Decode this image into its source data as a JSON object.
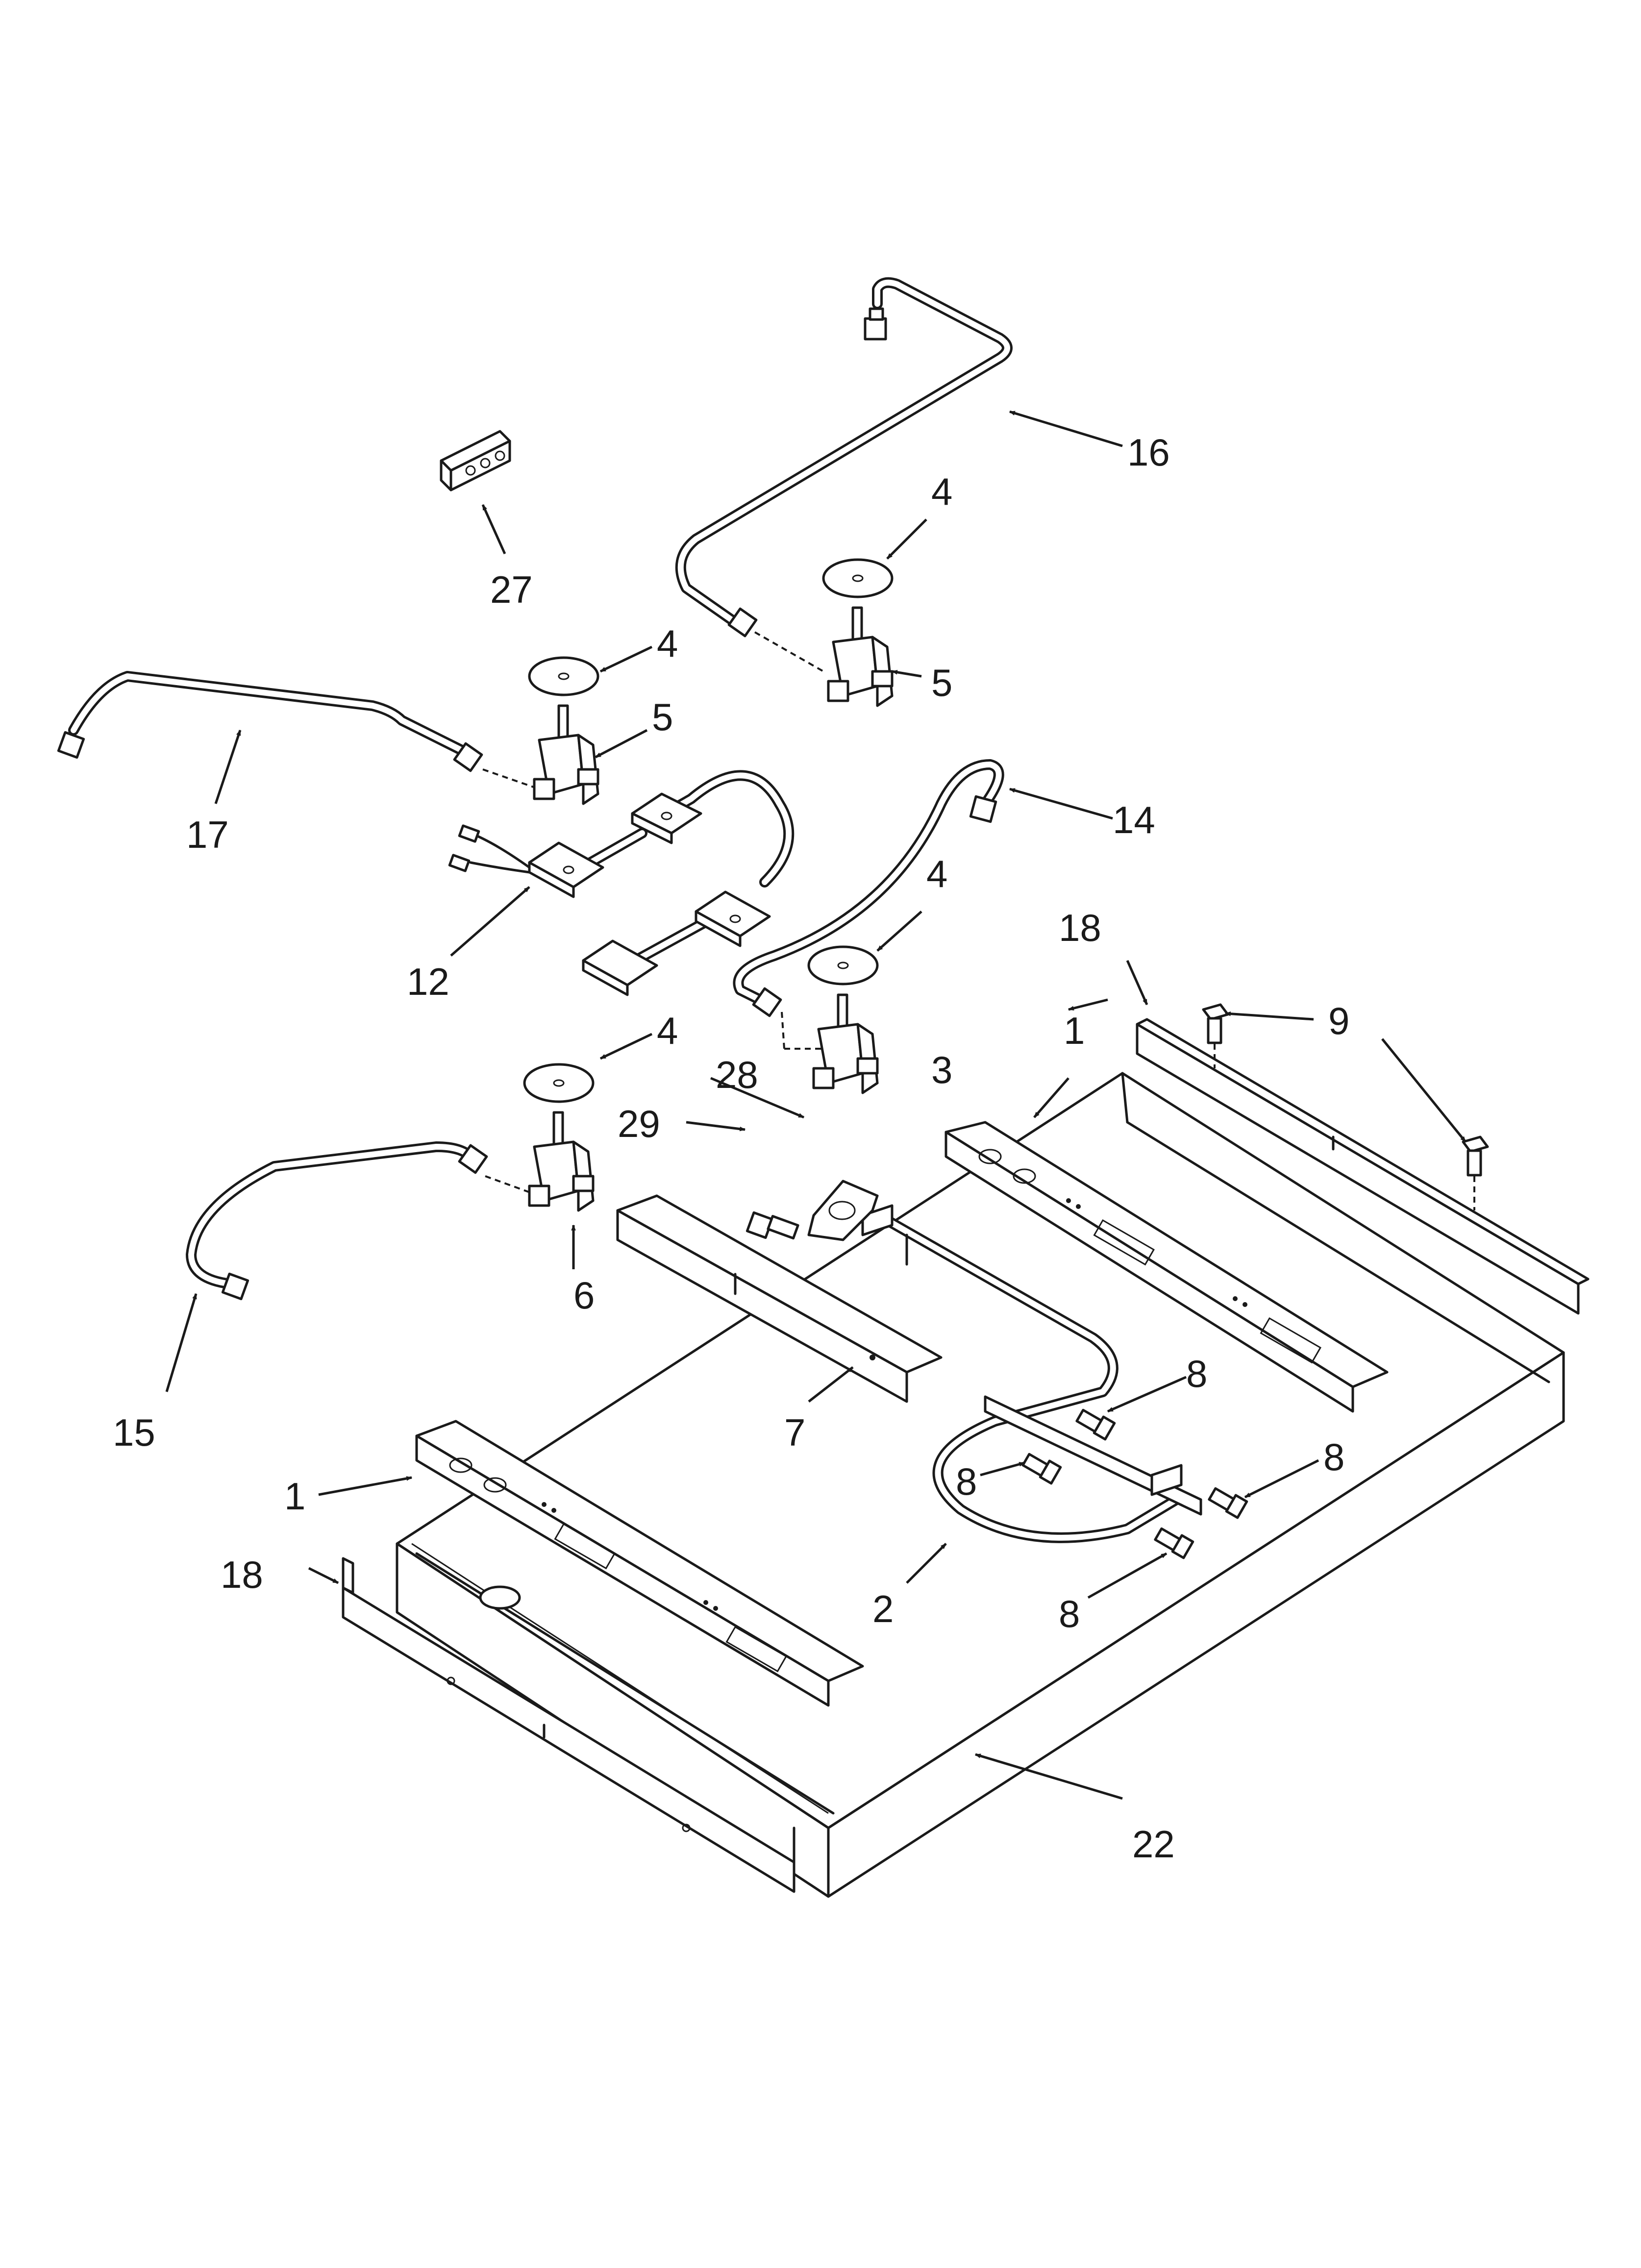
{
  "diagram": {
    "callouts": {
      "c1a": "1",
      "c1b": "1",
      "c2": "2",
      "c3": "3",
      "c4a": "4",
      "c4b": "4",
      "c4c": "4",
      "c4d": "4",
      "c5a": "5",
      "c5b": "5",
      "c6": "6",
      "c7": "7",
      "c8a": "8",
      "c8b": "8",
      "c8c": "8",
      "c8d": "8",
      "c9": "9",
      "c12": "12",
      "c14": "14",
      "c15": "15",
      "c16": "16",
      "c17": "17",
      "c18a": "18",
      "c18b": "18",
      "c22": "22",
      "c27": "27",
      "c28": "28",
      "c29": "29"
    }
  }
}
